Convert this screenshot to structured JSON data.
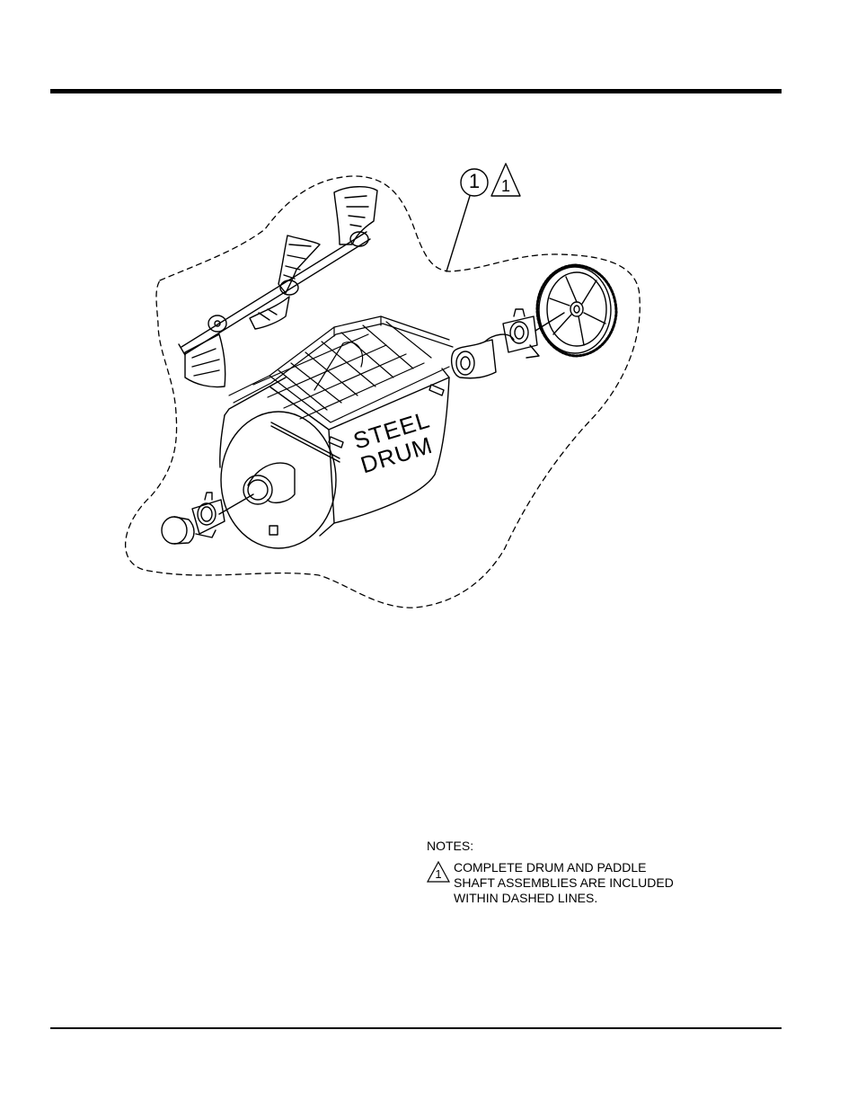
{
  "callout": {
    "item_number": "1",
    "note_reference": "1"
  },
  "drum_label": {
    "line1": "STEEL",
    "line2": "DRUM"
  },
  "notes": {
    "heading": "NOTES:",
    "items": [
      {
        "reference": "1",
        "lines": [
          "COMPLETE DRUM AND PADDLE",
          "SHAFT ASSEMBLIES ARE INCLUDED",
          "WITHIN DASHED LINES."
        ]
      }
    ]
  }
}
